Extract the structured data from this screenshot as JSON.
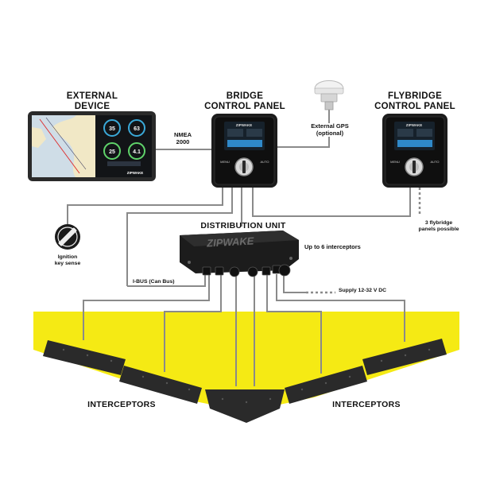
{
  "labels": {
    "external_device": [
      "EXTERNAL",
      "DEVICE"
    ],
    "bridge_panel": [
      "BRIDGE",
      "CONTROL PANEL"
    ],
    "flybridge_panel": [
      "FLYBRIDGE",
      "CONTROL PANEL"
    ],
    "external_gps": [
      "External GPS",
      "(optional)"
    ],
    "nmea": [
      "NMEA",
      "2000"
    ],
    "distribution_unit": "DISTRIBUTION UNIT",
    "up_to_6": "Up to 6 interceptors",
    "flybridge_note": [
      "3 flybridge",
      "panels possible"
    ],
    "ignition": [
      "Ignition",
      "key sense"
    ],
    "ibus": "I-BUS (Can Bus)",
    "supply": "Supply 12-32 V DC",
    "interceptors_left": "INTERCEPTORS",
    "interceptors_right": "INTERCEPTORS"
  },
  "devices": {
    "distribution_logo": "ZIPWAKE",
    "panel_logo": "ZIPWAKE",
    "panel_menu": "MENU",
    "panel_auto": "AUTO",
    "screen_readout_left": "35",
    "screen_readout_right": "63",
    "screen_readout_mid_left": "25",
    "screen_readout_mid_right": "4.1",
    "screen_logo": "ZIPWAKE"
  },
  "colors": {
    "hull_yellow": "#f5ea14",
    "wire": "#8a8a8a",
    "device_dark": "#1c1c1c",
    "interceptor": "#2a2a2a"
  }
}
